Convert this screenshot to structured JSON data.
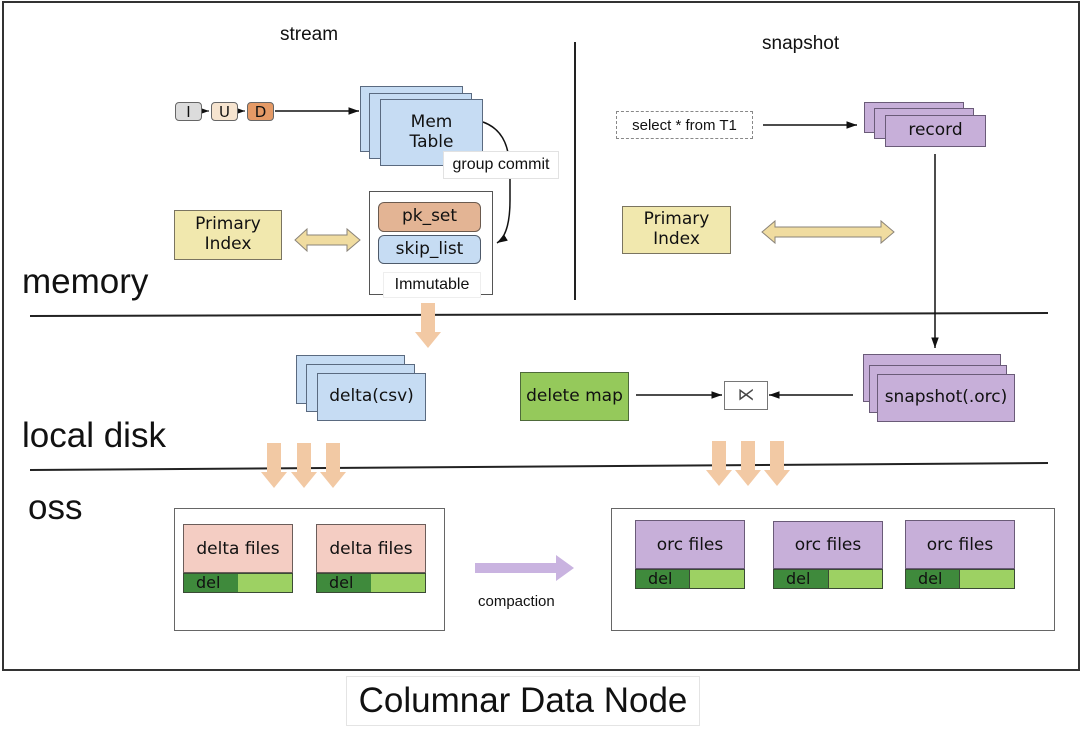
{
  "title": "Columnar Data Node",
  "sections": {
    "stream": "stream",
    "snapshot": "snapshot"
  },
  "layers": {
    "memory": "memory",
    "local_disk": "local disk",
    "oss": "oss"
  },
  "stream": {
    "ops": [
      "I",
      "U",
      "D"
    ],
    "mem_table": "Mem\nTable",
    "mem_table_line1": "Mem",
    "mem_table_line2": "Table",
    "group_commit": "group commit",
    "pk_set": "pk_set",
    "skip_list": "skip_list",
    "immutable": "Immutable",
    "primary_index_line1": "Primary",
    "primary_index_line2": "Index",
    "delta_csv": "delta(csv)"
  },
  "snapshot": {
    "query": "select * from T1",
    "record": "record",
    "primary_index_line1": "Primary",
    "primary_index_line2": "Index",
    "delete_map": "delete map",
    "join_symbol": "⋉",
    "snapshot_orc": "snapshot(.orc)"
  },
  "oss": {
    "delta_files": [
      {
        "label": "delta files",
        "del": "del"
      },
      {
        "label": "delta files",
        "del": "del"
      }
    ],
    "orc_files": [
      {
        "label": "orc files",
        "del": "del"
      },
      {
        "label": "orc files",
        "del": "del"
      },
      {
        "label": "orc files",
        "del": "del"
      }
    ],
    "compaction": "compaction"
  },
  "colors": {
    "mem_blue": "#c6dcf3",
    "snapshot_purple": "#c7afd9",
    "index_yellow": "#f1e8ae",
    "delete_green": "#95c95b",
    "delta_pink": "#f4cdc3",
    "flow_arrow": "#f2c9a4",
    "compaction_arrow": "#c9b3e0",
    "pk_set_orange": "#e3b494",
    "op_insert": "#dcdcdc",
    "op_update": "#f6e4cf",
    "op_delete": "#e59a66"
  }
}
